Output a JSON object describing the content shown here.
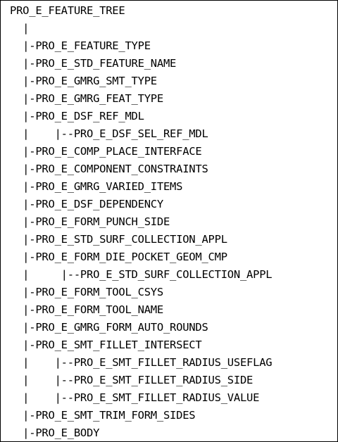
{
  "tree": {
    "lines": [
      "PRO_E_FEATURE_TREE",
      "  |",
      "  |-PRO_E_FEATURE_TYPE",
      "  |-PRO_E_STD_FEATURE_NAME",
      "  |-PRO_E_GMRG_SMT_TYPE",
      "  |-PRO_E_GMRG_FEAT_TYPE",
      "  |-PRO_E_DSF_REF_MDL",
      "  |    |--PRO_E_DSF_SEL_REF_MDL",
      "  |-PRO_E_COMP_PLACE_INTERFACE",
      "  |-PRO_E_COMPONENT_CONSTRAINTS",
      "  |-PRO_E_GMRG_VARIED_ITEMS",
      "  |-PRO_E_DSF_DEPENDENCY",
      "  |-PRO_E_FORM_PUNCH_SIDE",
      "  |-PRO_E_STD_SURF_COLLECTION_APPL",
      "  |-PRO_E_FORM_DIE_POCKET_GEOM_CMP",
      "  |     |--PRO_E_STD_SURF_COLLECTION_APPL",
      "  |-PRO_E_FORM_TOOL_CSYS",
      "  |-PRO_E_FORM_TOOL_NAME",
      "  |-PRO_E_GMRG_FORM_AUTO_ROUNDS",
      "  |-PRO_E_SMT_FILLET_INTERSECT",
      "  |    |--PRO_E_SMT_FILLET_RADIUS_USEFLAG",
      "  |    |--PRO_E_SMT_FILLET_RADIUS_SIDE",
      "  |    |--PRO_E_SMT_FILLET_RADIUS_VALUE",
      "  |-PRO_E_SMT_TRIM_FORM_SIDES",
      "  |-PRO_E_BODY"
    ]
  }
}
